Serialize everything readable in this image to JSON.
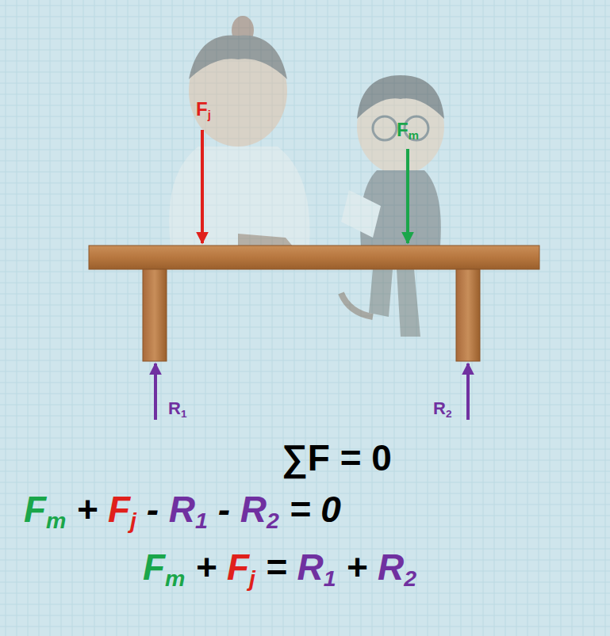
{
  "diagram": {
    "labels": [
      "Fj",
      "Fm",
      "R1",
      "R2",
      "∑F = 0",
      "Fm + Fj - R1 - R2 = 0",
      "Fm + Fj = R1 + R2"
    ]
  }
}
